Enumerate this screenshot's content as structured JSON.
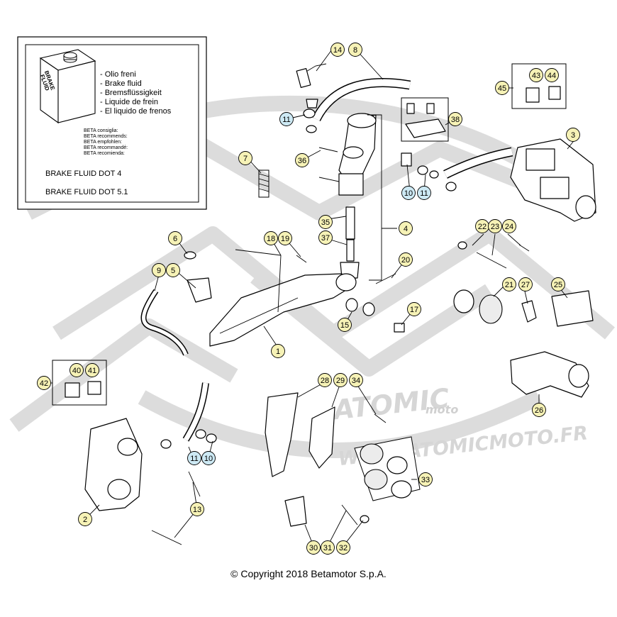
{
  "info_box": {
    "can_label_line1": "BRAKE",
    "can_label_line2": "FLUID",
    "fluid_names": [
      "- Olio freni",
      "- Brake fluid",
      "- Bremsflüssigkeit",
      "- Liquide de frein",
      "- El liquido de frenos"
    ],
    "recommend_lines": [
      "BETA consiglia:",
      "BETA recommends:",
      "BETA empfohlen:",
      "BETA recommandé:",
      "BETA recomienda:"
    ],
    "spec_1": "BRAKE FLUID DOT 4",
    "spec_2": "BRAKE FLUID DOT 5.1"
  },
  "callouts": [
    {
      "id": "1",
      "style": "yellow"
    },
    {
      "id": "2",
      "style": "yellow"
    },
    {
      "id": "3",
      "style": "yellow"
    },
    {
      "id": "4",
      "style": "yellow"
    },
    {
      "id": "5",
      "style": "yellow"
    },
    {
      "id": "6",
      "style": "yellow"
    },
    {
      "id": "7",
      "style": "yellow"
    },
    {
      "id": "8",
      "style": "yellow"
    },
    {
      "id": "9",
      "style": "yellow"
    },
    {
      "id": "10",
      "style": "blue"
    },
    {
      "id": "10",
      "style": "blue"
    },
    {
      "id": "11",
      "style": "blue"
    },
    {
      "id": "11",
      "style": "blue"
    },
    {
      "id": "11",
      "style": "blue"
    },
    {
      "id": "13",
      "style": "yellow"
    },
    {
      "id": "14",
      "style": "yellow"
    },
    {
      "id": "15",
      "style": "yellow"
    },
    {
      "id": "17",
      "style": "yellow"
    },
    {
      "id": "18",
      "style": "yellow"
    },
    {
      "id": "19",
      "style": "yellow"
    },
    {
      "id": "20",
      "style": "yellow"
    },
    {
      "id": "21",
      "style": "yellow"
    },
    {
      "id": "22",
      "style": "yellow"
    },
    {
      "id": "23",
      "style": "yellow"
    },
    {
      "id": "24",
      "style": "yellow"
    },
    {
      "id": "25",
      "style": "yellow"
    },
    {
      "id": "26",
      "style": "yellow"
    },
    {
      "id": "27",
      "style": "yellow"
    },
    {
      "id": "28",
      "style": "yellow"
    },
    {
      "id": "29",
      "style": "yellow"
    },
    {
      "id": "30",
      "style": "yellow"
    },
    {
      "id": "31",
      "style": "yellow"
    },
    {
      "id": "32",
      "style": "yellow"
    },
    {
      "id": "33",
      "style": "yellow"
    },
    {
      "id": "34",
      "style": "yellow"
    },
    {
      "id": "35",
      "style": "yellow"
    },
    {
      "id": "36",
      "style": "yellow"
    },
    {
      "id": "37",
      "style": "yellow"
    },
    {
      "id": "38",
      "style": "yellow"
    },
    {
      "id": "40",
      "style": "yellow"
    },
    {
      "id": "41",
      "style": "yellow"
    },
    {
      "id": "42",
      "style": "yellow"
    },
    {
      "id": "43",
      "style": "yellow"
    },
    {
      "id": "44",
      "style": "yellow"
    },
    {
      "id": "45",
      "style": "yellow"
    }
  ],
  "watermark": {
    "brand": "ATOMIC",
    "sub": "moto",
    "url": "WWW.ATOMICMOTO.FR"
  },
  "copyright": "© Copyright 2018 Betamotor S.p.A.",
  "colors": {
    "callout_yellow": "#f6f2b6",
    "callout_blue": "#cde9f4",
    "watermark_grey": "#d9d9d9"
  }
}
